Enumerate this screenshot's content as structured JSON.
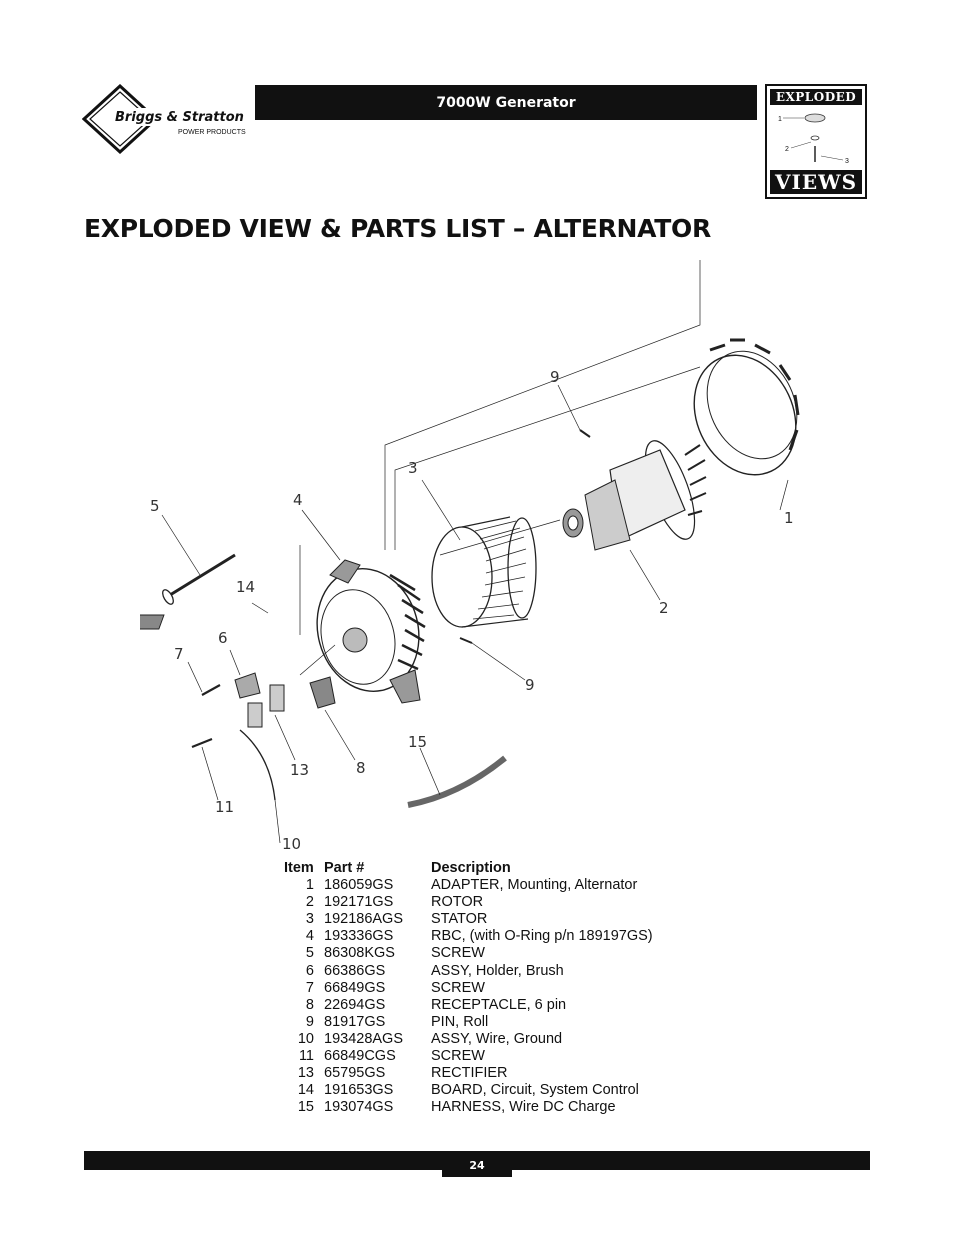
{
  "header": {
    "brand_name": "Briggs & Stratton",
    "brand_sub": "POWER PRODUCTS",
    "model_title": "7000W Generator",
    "badge_top": "EXPLODED",
    "badge_bottom": "VIEWS",
    "badge_callouts": [
      "1",
      "2",
      "3"
    ]
  },
  "page": {
    "heading": "EXPLODED VIEW & PARTS LIST – ALTERNATOR",
    "page_number": "24"
  },
  "diagram": {
    "callouts": [
      "1",
      "2",
      "3",
      "4",
      "5",
      "6",
      "7",
      "8",
      "9",
      "9",
      "10",
      "11",
      "13",
      "14",
      "15"
    ]
  },
  "parts_list": {
    "headers": {
      "item": "Item",
      "part": "Part #",
      "description": "Description"
    },
    "rows": [
      {
        "item": "1",
        "part": "186059GS",
        "description": "ADAPTER, Mounting, Alternator"
      },
      {
        "item": "2",
        "part": "192171GS",
        "description": "ROTOR"
      },
      {
        "item": "3",
        "part": "192186AGS",
        "description": "STATOR"
      },
      {
        "item": "4",
        "part": "193336GS",
        "description": "RBC, (with O-Ring p/n 189197GS)"
      },
      {
        "item": "5",
        "part": "86308KGS",
        "description": "SCREW"
      },
      {
        "item": "6",
        "part": "66386GS",
        "description": "ASSY, Holder, Brush"
      },
      {
        "item": "7",
        "part": "66849GS",
        "description": "SCREW"
      },
      {
        "item": "8",
        "part": "22694GS",
        "description": "RECEPTACLE, 6 pin"
      },
      {
        "item": "9",
        "part": "81917GS",
        "description": "PIN, Roll"
      },
      {
        "item": "10",
        "part": "193428AGS",
        "description": "ASSY, Wire, Ground"
      },
      {
        "item": "11",
        "part": "66849CGS",
        "description": "SCREW"
      },
      {
        "item": "13",
        "part": "65795GS",
        "description": "RECTIFIER"
      },
      {
        "item": "14",
        "part": "191653GS",
        "description": "BOARD, Circuit, System Control"
      },
      {
        "item": "15",
        "part": "193074GS",
        "description": "HARNESS, Wire DC Charge"
      }
    ]
  }
}
